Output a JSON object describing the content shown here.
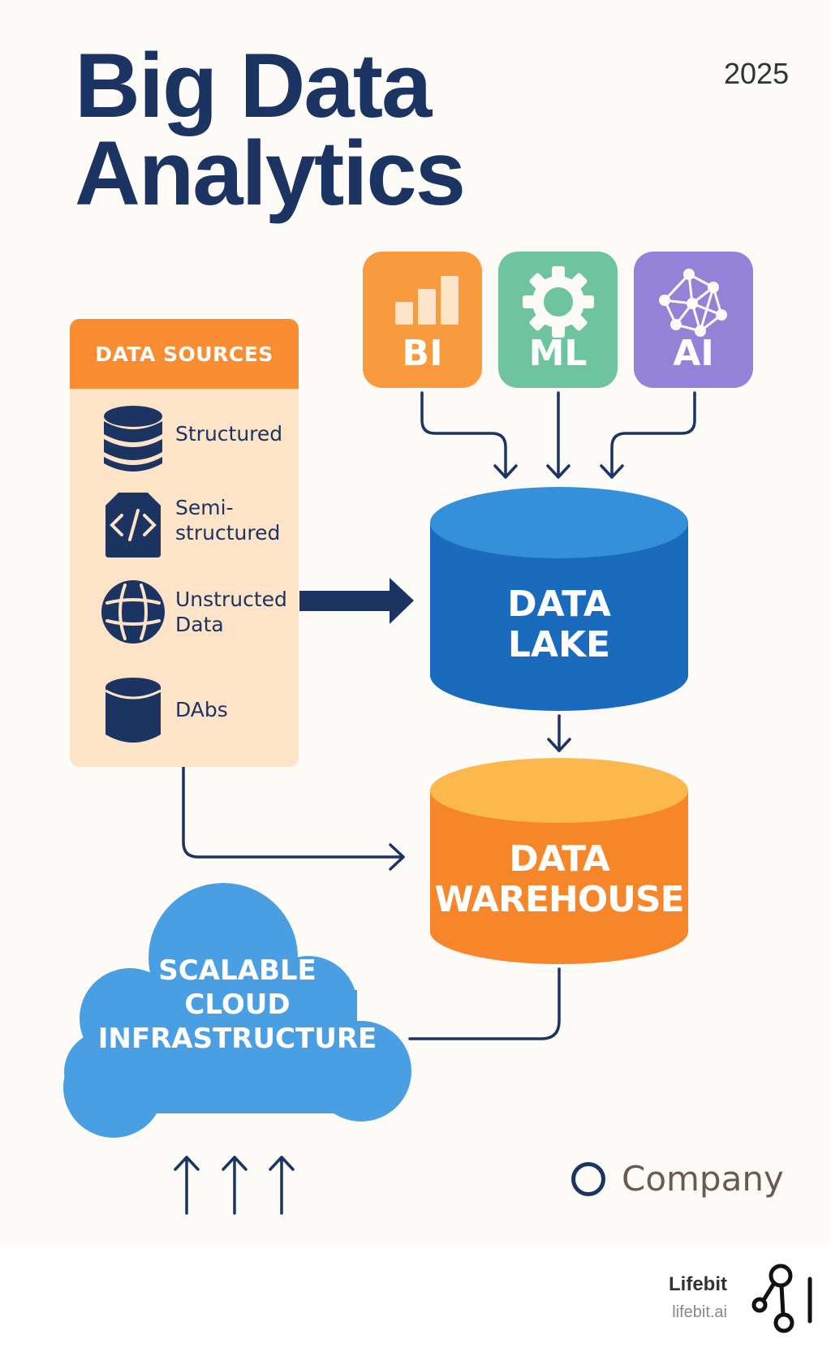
{
  "header": {
    "title_line1": "Big Data",
    "title_line2": "Analytics",
    "year": "2025"
  },
  "data_sources": {
    "title": "DATA SOURCES",
    "items": [
      {
        "label_line1": "Structured",
        "label_line2": "",
        "icon": "database-icon"
      },
      {
        "label_line1": "Semi-",
        "label_line2": "structured",
        "icon": "code-file-icon"
      },
      {
        "label_line1": "Unstructed",
        "label_line2": "Data",
        "icon": "globe-icon"
      },
      {
        "label_line1": "DAbs",
        "label_line2": "",
        "icon": "cylinder-icon"
      }
    ]
  },
  "tools": [
    {
      "label": "BI",
      "icon": "bar-chart-icon",
      "color": "#F99A3F"
    },
    {
      "label": "ML",
      "icon": "gear-icon",
      "color": "#6DC49F"
    },
    {
      "label": "AI",
      "icon": "neural-network-icon",
      "color": "#9382D8"
    }
  ],
  "storage": {
    "lake": {
      "line1": "DATA",
      "line2": "LAKE",
      "color": "#1A6BBE",
      "top_color": "#3590DA"
    },
    "warehouse": {
      "line1": "DATA",
      "line2": "WAREHOUSE",
      "color": "#F7862A",
      "top_color": "#FDB84D"
    }
  },
  "cloud": {
    "line1": "SCALABLE",
    "line2": "CLOUD",
    "line3": "INFRASTRUCTURE",
    "color": "#4A9FE3"
  },
  "company": {
    "name": "Company"
  },
  "footer": {
    "brand": "Lifebit",
    "url": "lifebit.ai"
  },
  "colors": {
    "navy": "#1C3461",
    "background": "#FDFBF7"
  }
}
